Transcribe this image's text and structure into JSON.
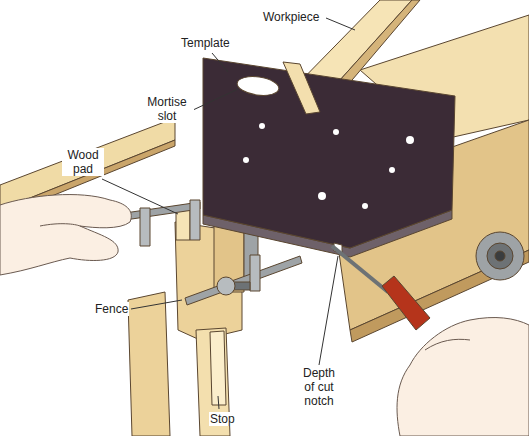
{
  "diagram": {
    "labels": [
      "Workpiece",
      "Template",
      "Mortise slot",
      "Wood pad",
      "Fence",
      "Stop",
      "Depth of cut notch"
    ]
  }
}
